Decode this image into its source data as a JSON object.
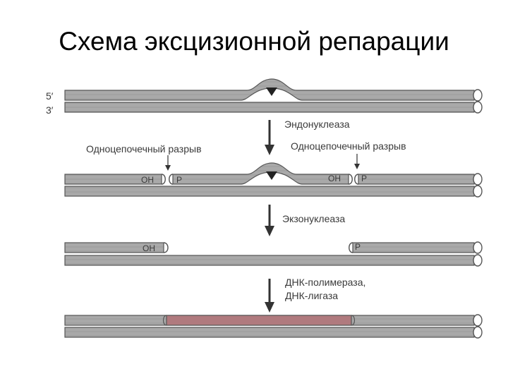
{
  "title": "Схема эксцизионной репарации",
  "strand_labels": {
    "five_prime": "5′",
    "three_prime": "3′"
  },
  "steps": {
    "endonuclease": "Эндонуклеаза",
    "nick_left": "Одноцепочечный разрыв",
    "nick_right": "Одноцепочечный разрыв",
    "exonuclease": "Экзонуклеаза",
    "polymerase": "ДНК-полимераза,",
    "ligase": "ДНК-лигаза"
  },
  "ends": {
    "oh": "OH",
    "p": "P"
  },
  "colors": {
    "strand": "#a9a9a9",
    "strand_edge": "#555555",
    "new_segment": "#b07a7e",
    "arrow": "#333333",
    "damage": "#222222"
  }
}
